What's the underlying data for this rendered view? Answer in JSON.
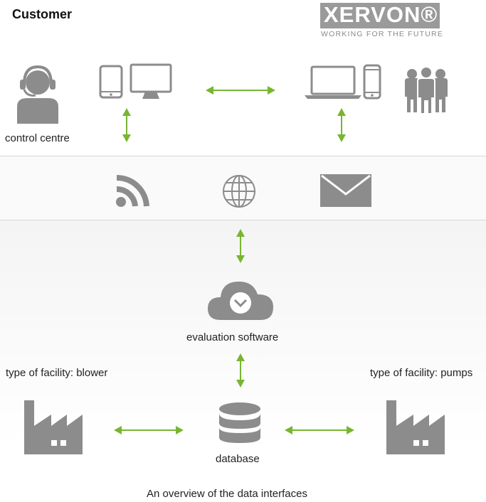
{
  "header": {
    "title": "Customer",
    "logo_text": "XERVON®",
    "logo_tagline": "WORKING FOR THE FUTURE"
  },
  "labels": {
    "control_centre": "control centre",
    "evaluation_software": "evaluation software",
    "facility_left": "type of facility: blower",
    "facility_right": "type of facility: pumps",
    "database": "database",
    "caption": "An overview of the data interfaces"
  },
  "icons": {
    "row1": [
      "headset-user-icon",
      "tablet-icon",
      "monitor-icon",
      "laptop-icon",
      "smartphone-icon",
      "people-group-icon"
    ],
    "row2": [
      "rss-feed-icon",
      "globe-icon",
      "envelope-icon"
    ],
    "row3": [
      "cloud-download-icon",
      "database-icon",
      "factory-icon"
    ]
  },
  "colors": {
    "icon_gray": "#8c8c8c",
    "arrow_green": "#78b531",
    "logo_gray": "#9a9a9a"
  }
}
